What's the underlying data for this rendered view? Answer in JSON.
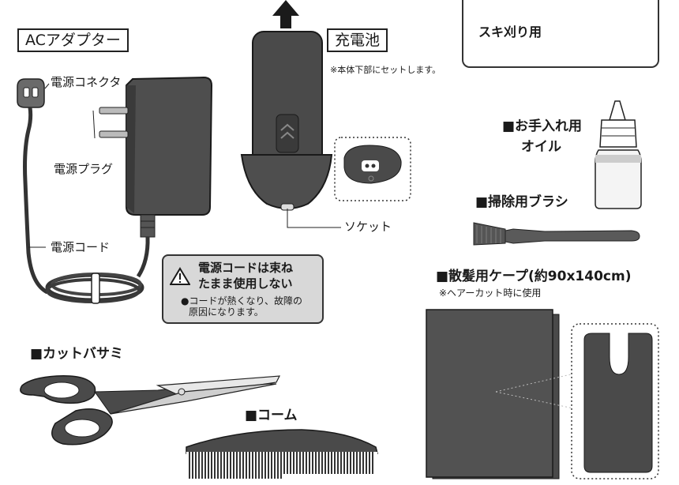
{
  "ac_adapter": {
    "title": "ACアダプター",
    "connector_label": "電源コネクタ",
    "plug_label": "電源プラグ",
    "cord_label": "電源コード"
  },
  "battery": {
    "title": "充電池",
    "note": "※本体下部にセットします。",
    "socket_label": "ソケット"
  },
  "attachment": {
    "label": "スキ刈り用"
  },
  "oil": {
    "label_line1": "■お手入れ用",
    "label_line2": "オイル"
  },
  "brush": {
    "label": "■掃除用ブラシ"
  },
  "warning": {
    "icon": "warning-triangle-icon",
    "title_line1": "電源コードは束ね",
    "title_line2": "たまま使用しない",
    "body_line1": "●コードが熱くなり、故障の",
    "body_line2": "原因になります。"
  },
  "scissors": {
    "label": "■カットバサミ"
  },
  "comb": {
    "label": "■コーム"
  },
  "cape": {
    "label": "■散髪用ケープ(約90x140cm)",
    "note": "※ヘアーカット時に使用"
  }
}
